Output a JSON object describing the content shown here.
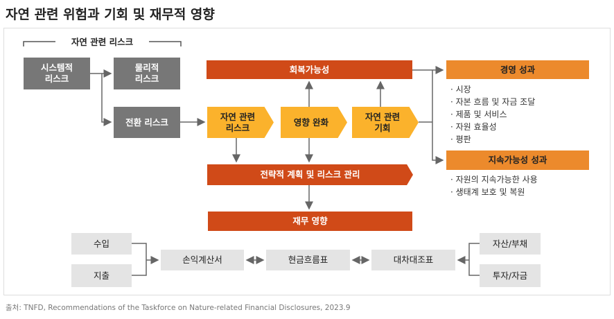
{
  "title": "자연 관련 위험과 기회 및 재무적 영향",
  "bracket_label": "자연 관련 리스크",
  "boxes": {
    "systemic": "시스템적\n리스크",
    "physical": "물리적\n리스크",
    "transition": "전환 리스크",
    "nature_risk": "자연 관련\n리스크",
    "mitigation": "영향 완화",
    "nature_opp": "자연 관련\n기회",
    "resilience": "회복가능성",
    "strategy": "전략적 계획 및 리스크 관리",
    "financial": "재무 영향",
    "business": "경영 성과",
    "sustain": "지속가능성 성과"
  },
  "business_items": [
    "· 시장",
    "· 자본 흐름 및 자금 조달",
    "· 제품 및 서비스",
    "· 자원 효율성",
    "· 평판"
  ],
  "sustain_items": [
    "· 자원의 지속가능한 사용",
    "· 생태계 보호 및 복원"
  ],
  "statements": {
    "income": "수입",
    "expense": "지출",
    "pl": "손익계산서",
    "cashflow": "현금흐름표",
    "balance": "대차대조표",
    "assets": "자산/부채",
    "invest": "투자/자금"
  },
  "source": "출처: TNFD, Recommendations of the Taskforce on Nature-related Financial Disclosures, 2023.9"
}
